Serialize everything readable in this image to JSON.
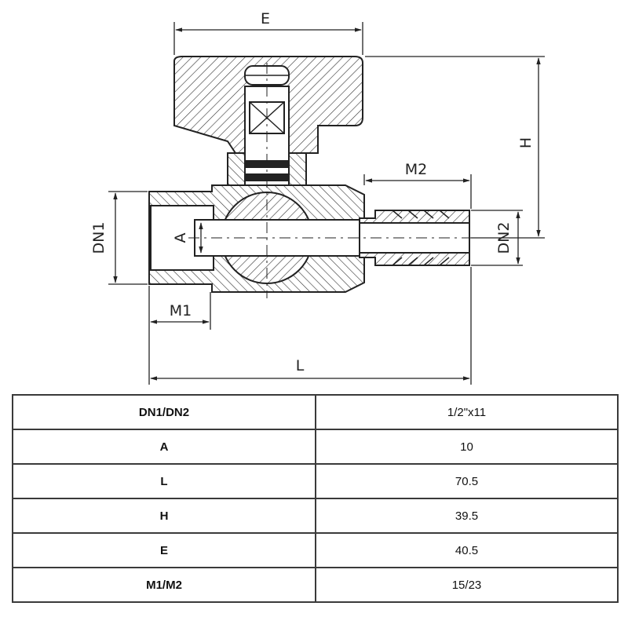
{
  "drawing": {
    "dimension_labels": {
      "E": "E",
      "H": "H",
      "M2": "M2",
      "DN1": "DN1",
      "A": "A",
      "DN2": "DN2",
      "M1": "M1",
      "L": "L"
    }
  },
  "spec_table": {
    "rows": [
      {
        "key": "DN1/DN2",
        "value": "1/2\"x11"
      },
      {
        "key": "A",
        "value": "10"
      },
      {
        "key": "L",
        "value": "70.5"
      },
      {
        "key": "H",
        "value": "39.5"
      },
      {
        "key": "E",
        "value": "40.5"
      },
      {
        "key": "M1/M2",
        "value": "15/23"
      }
    ]
  }
}
